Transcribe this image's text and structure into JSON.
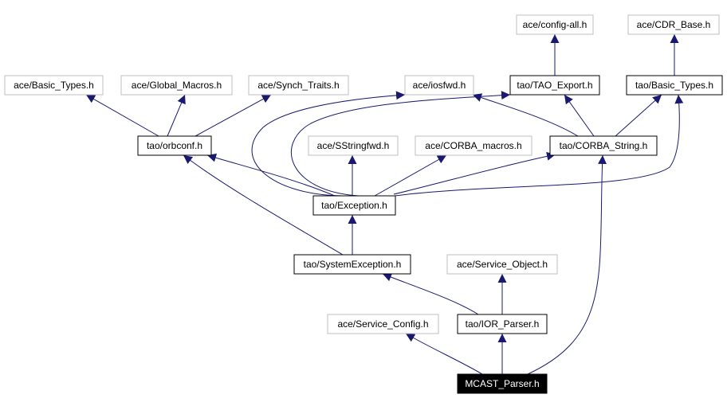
{
  "diagram": {
    "nodes": [
      {
        "id": "config_all",
        "label": "ace/config-all.h",
        "style": "external"
      },
      {
        "id": "cdr_base",
        "label": "ace/CDR_Base.h",
        "style": "external"
      },
      {
        "id": "basic_types_ace",
        "label": "ace/Basic_Types.h",
        "style": "external"
      },
      {
        "id": "global_macros",
        "label": "ace/Global_Macros.h",
        "style": "external"
      },
      {
        "id": "synch_traits",
        "label": "ace/Synch_Traits.h",
        "style": "external"
      },
      {
        "id": "iosfwd",
        "label": "ace/iosfwd.h",
        "style": "external"
      },
      {
        "id": "tao_export",
        "label": "tao/TAO_Export.h",
        "style": "normal"
      },
      {
        "id": "tao_basic_types",
        "label": "tao/Basic_Types.h",
        "style": "normal"
      },
      {
        "id": "orbconf",
        "label": "tao/orbconf.h",
        "style": "normal"
      },
      {
        "id": "sstringfwd",
        "label": "ace/SStringfwd.h",
        "style": "external"
      },
      {
        "id": "corba_macros",
        "label": "ace/CORBA_macros.h",
        "style": "external"
      },
      {
        "id": "corba_string",
        "label": "tao/CORBA_String.h",
        "style": "normal"
      },
      {
        "id": "exception",
        "label": "tao/Exception.h",
        "style": "normal"
      },
      {
        "id": "system_exception",
        "label": "tao/SystemException.h",
        "style": "normal"
      },
      {
        "id": "service_object",
        "label": "ace/Service_Object.h",
        "style": "external"
      },
      {
        "id": "service_config",
        "label": "ace/Service_Config.h",
        "style": "external"
      },
      {
        "id": "ior_parser",
        "label": "tao/IOR_Parser.h",
        "style": "normal"
      },
      {
        "id": "mcast_parser",
        "label": "MCAST_Parser.h",
        "style": "root"
      }
    ],
    "edges": [
      {
        "from": "tao_export",
        "to": "config_all"
      },
      {
        "from": "tao_basic_types",
        "to": "cdr_base"
      },
      {
        "from": "orbconf",
        "to": "basic_types_ace"
      },
      {
        "from": "orbconf",
        "to": "global_macros"
      },
      {
        "from": "orbconf",
        "to": "synch_traits"
      },
      {
        "from": "corba_string",
        "to": "iosfwd"
      },
      {
        "from": "corba_string",
        "to": "tao_export"
      },
      {
        "from": "corba_string",
        "to": "tao_basic_types"
      },
      {
        "from": "exception",
        "to": "orbconf"
      },
      {
        "from": "exception",
        "to": "sstringfwd"
      },
      {
        "from": "exception",
        "to": "corba_macros"
      },
      {
        "from": "exception",
        "to": "corba_string"
      },
      {
        "from": "exception",
        "to": "iosfwd"
      },
      {
        "from": "exception",
        "to": "tao_export"
      },
      {
        "from": "exception",
        "to": "tao_basic_types"
      },
      {
        "from": "system_exception",
        "to": "exception"
      },
      {
        "from": "system_exception",
        "to": "orbconf"
      },
      {
        "from": "ior_parser",
        "to": "system_exception"
      },
      {
        "from": "ior_parser",
        "to": "service_object"
      },
      {
        "from": "mcast_parser",
        "to": "service_config"
      },
      {
        "from": "mcast_parser",
        "to": "ior_parser"
      },
      {
        "from": "mcast_parser",
        "to": "corba_string"
      }
    ]
  },
  "colors": {
    "edge": "#191970",
    "external_border": "#bfbfbf",
    "normal_border": "#000000",
    "root_fill": "#000000",
    "root_text": "#ffffff",
    "text": "#000000"
  }
}
